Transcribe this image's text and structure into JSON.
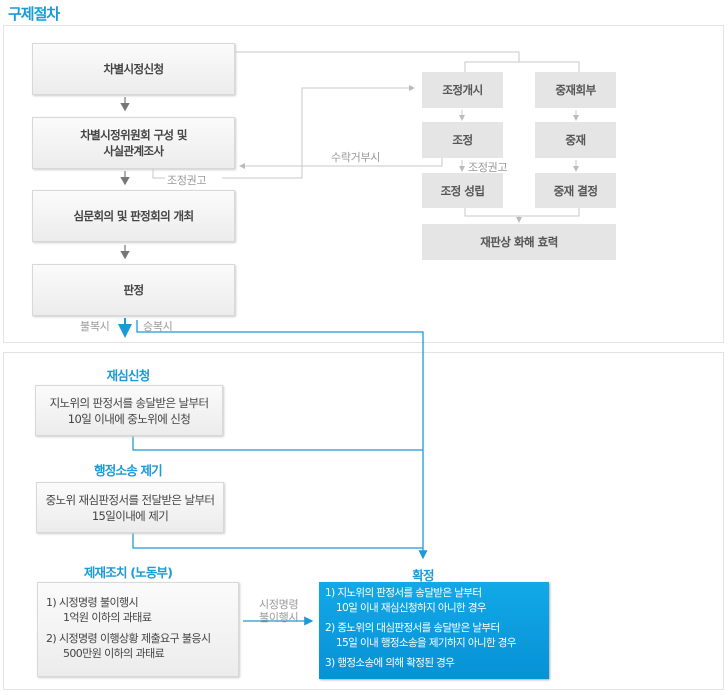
{
  "title": "구제절차",
  "steps": [
    "차별시정신청",
    "차별시정위원회 구성 및",
    "사실관계조사",
    "심문회의 및 판정회의 개최",
    "판정"
  ],
  "mediation": {
    "start": "조정개시",
    "mediate": "조정",
    "settled": "조정 성립",
    "arb_ref": "중재회부",
    "arbitration": "중재",
    "arb_decision": "중재 결정",
    "effect": "재판상 화해 효력"
  },
  "labels": {
    "recommend_left": "조정권고",
    "recommend_right": "조정권고",
    "refuse": "수락거부시",
    "disagree": "불복시",
    "agree": "승복시",
    "noncompliance_1": "시정명령",
    "noncompliance_2": "불이행시"
  },
  "review": {
    "heading": "재심신청",
    "lines": [
      "지노위의 판정서를 송달받은 날부터",
      "10일 이내에 중노위에 신청"
    ]
  },
  "lawsuit": {
    "heading": "행정소송 제기",
    "lines": [
      "중노위 재심판정서를 전달받은 날부터",
      "15일이내에 제기"
    ]
  },
  "sanction": {
    "heading": "제재조치 (노동부)",
    "lines": [
      "1) 시정명령 불이행시",
      "1억원 이하의 과태료",
      "2) 시정명령 이행상황 제출요구 불응시",
      "500만원 이하의 과태료"
    ]
  },
  "final": {
    "heading": "확정",
    "lines": [
      "1) 지노위의 판정서를 송달받은 날부터",
      "10일 이내 재심신청하지 아니한 경우",
      "2) 중노위의 대심판정서를 송달받은 날부터",
      "15일 이내 행정소송을 제기하지 아니한 경우",
      "3) 행정소송에 의해 확정된 경우"
    ]
  },
  "colors": {
    "accent": "#1a9ad6",
    "line": "#c8c8c8",
    "box": "#e5e5e5"
  }
}
